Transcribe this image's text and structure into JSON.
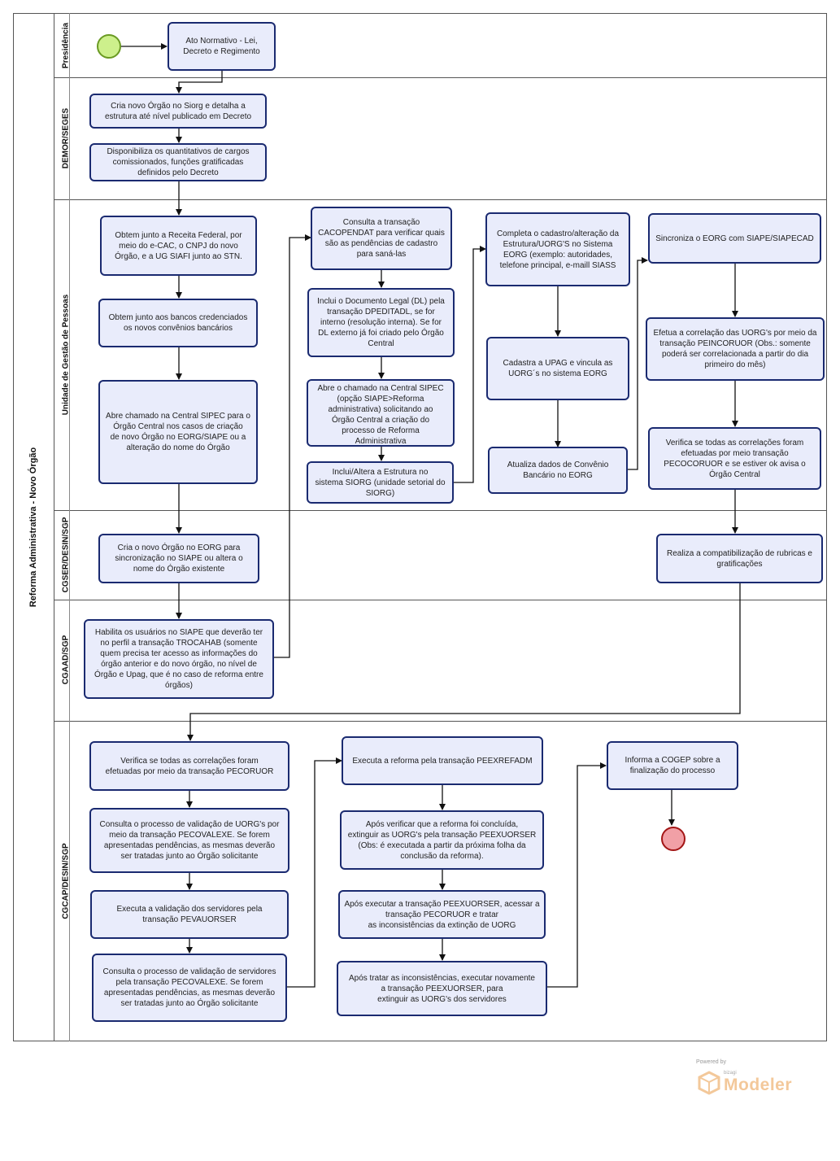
{
  "pool": {
    "label": "Reforma Administrativa - Novo Órgão"
  },
  "lanes": [
    {
      "id": "presidencia",
      "label": "Presidência"
    },
    {
      "id": "demor",
      "label": "DEMOR/SEGES"
    },
    {
      "id": "ugp",
      "label": "Unidade de Gestão de Pessoas"
    },
    {
      "id": "cgser",
      "label": "CGSER/DESIN/SGP"
    },
    {
      "id": "cgaad",
      "label": "CGAAD/SGP"
    },
    {
      "id": "cgcap",
      "label": "CGCAP/DESIN/SGP"
    }
  ],
  "tasks": {
    "t1": "Ato Normativo - Lei,\nDecreto e Regimento",
    "t2": "Cria novo Órgão no Siorg e detalha a\nestrutura até nível publicado em Decreto",
    "t3": "Disponibiliza os quantitativos de cargos\ncomissionados, funções gratificadas\ndefinidos pelo Decreto",
    "t4": "Obtem junto a Receita Federal,  por\nmeio do e-CAC, o CNPJ do novo\nÓrgão, e a UG SIAFI junto ao STN.",
    "t5": "Obtem junto aos bancos credenciados\nos novos convênios bancários",
    "t6": "Abre chamado na Central SIPEC para o\nÓrgão Central nos casos de criação\nde novo Órgão no EORG/SIAPE ou a\nalteração do nome do Órgão",
    "t7": "Consulta a transação\nCACOPENDAT para verificar quais\nsão as pendências de cadastro\npara saná-las",
    "t8": "Inclui o Documento Legal (DL) pela\ntransação DPEDITADL, se for\ninterno (resolução interna). Se for\nDL externo já foi criado pelo Órgão\nCentral",
    "t9": "Abre o chamado na Central SIPEC\n(opção SIAPE>Reforma\nadministrativa) solicitando ao\nÓrgão Central a criação do\nprocesso de Reforma\nAdministrativa",
    "t10": "Inclui/Altera a Estrutura no\nsistema SIORG (unidade setorial do\nSIORG)",
    "t11": "Completa o cadastro/alteração da\nEstrutura/UORG'S no Sistema\nEORG (exemplo: autoridades,\ntelefone principal, e-maill SIASS",
    "t12": "Cadastra a UPAG e vincula as\nUORG´s no sistema EORG",
    "t13": "Atualiza dados de Convênio\nBancário no EORG",
    "t14": "Sincroniza o EORG com SIAPE/SIAPECAD",
    "t15": "Efetua a correlação das UORG's por meio da\ntransação PEINCORUOR (Obs.: somente\npoderá ser correlacionada a partir do dia\nprimeiro do mês)",
    "t16": "Verifica se todas as correlações foram\nefetuadas por meio transação\nPECOCORUOR e se estiver ok avisa o\nÓrgão Central",
    "t17": "Cria o novo Órgão no EORG para\nsincronização no SIAPE ou altera o\nnome do Órgão existente",
    "t18": "Realiza a compatibilização de rubricas e\ngratificações",
    "t19": "Habilita os usuários no SIAPE que deverão ter\nno perfil a transação TROCAHAB (somente\nquem precisa ter acesso as informações do\nórgão anterior e do novo órgão, no nível de\nÓrgão e Upag, que é no caso de reforma entre\nórgãos)",
    "t20": "Verifica se todas as correlações foram\nefetuadas por meio da transação PECORUOR",
    "t21": "Consulta o processo de validação de UORG's por\nmeio da transação PECOVALEXE. Se forem\napresentadas pendências, as mesmas deverão\nser tratadas junto ao Órgão solicitante",
    "t22": "Executa a validação dos servidores pela\ntransação PEVAUORSER",
    "t23": "Consulta o processo de validação de servidores\npela transação PECOVALEXE. Se forem\napresentadas pendências, as mesmas deverão\nser tratadas junto ao Órgão solicitante",
    "t24": "Executa a reforma pela transação PEEXREFADM",
    "t25": "Após verificar que a reforma foi concluída,\nextinguir as UORG's pela transação PEEXUORSER\n(Obs: é executada a partir da próxima folha da\nconclusão da reforma).",
    "t26": "Após executar a transação PEEXUORSER, acessar a\ntransação PECORUOR e tratar\nas inconsistências da extinção de UORG",
    "t27": "Após tratar as inconsistências, executar novamente\na transação PEEXUORSER, para\nextinguir as UORG's dos servidores",
    "t28": "Informa a COGEP sobre a\nfinalização do processo"
  },
  "footer": {
    "powered_by": "Powered by",
    "brand": "bizagi",
    "product": "Modeler"
  },
  "colors": {
    "task_fill": "#e9ecfb",
    "task_border": "#1a2a70",
    "start_fill": "#cdf08c",
    "end_fill": "#f1a0a6"
  }
}
